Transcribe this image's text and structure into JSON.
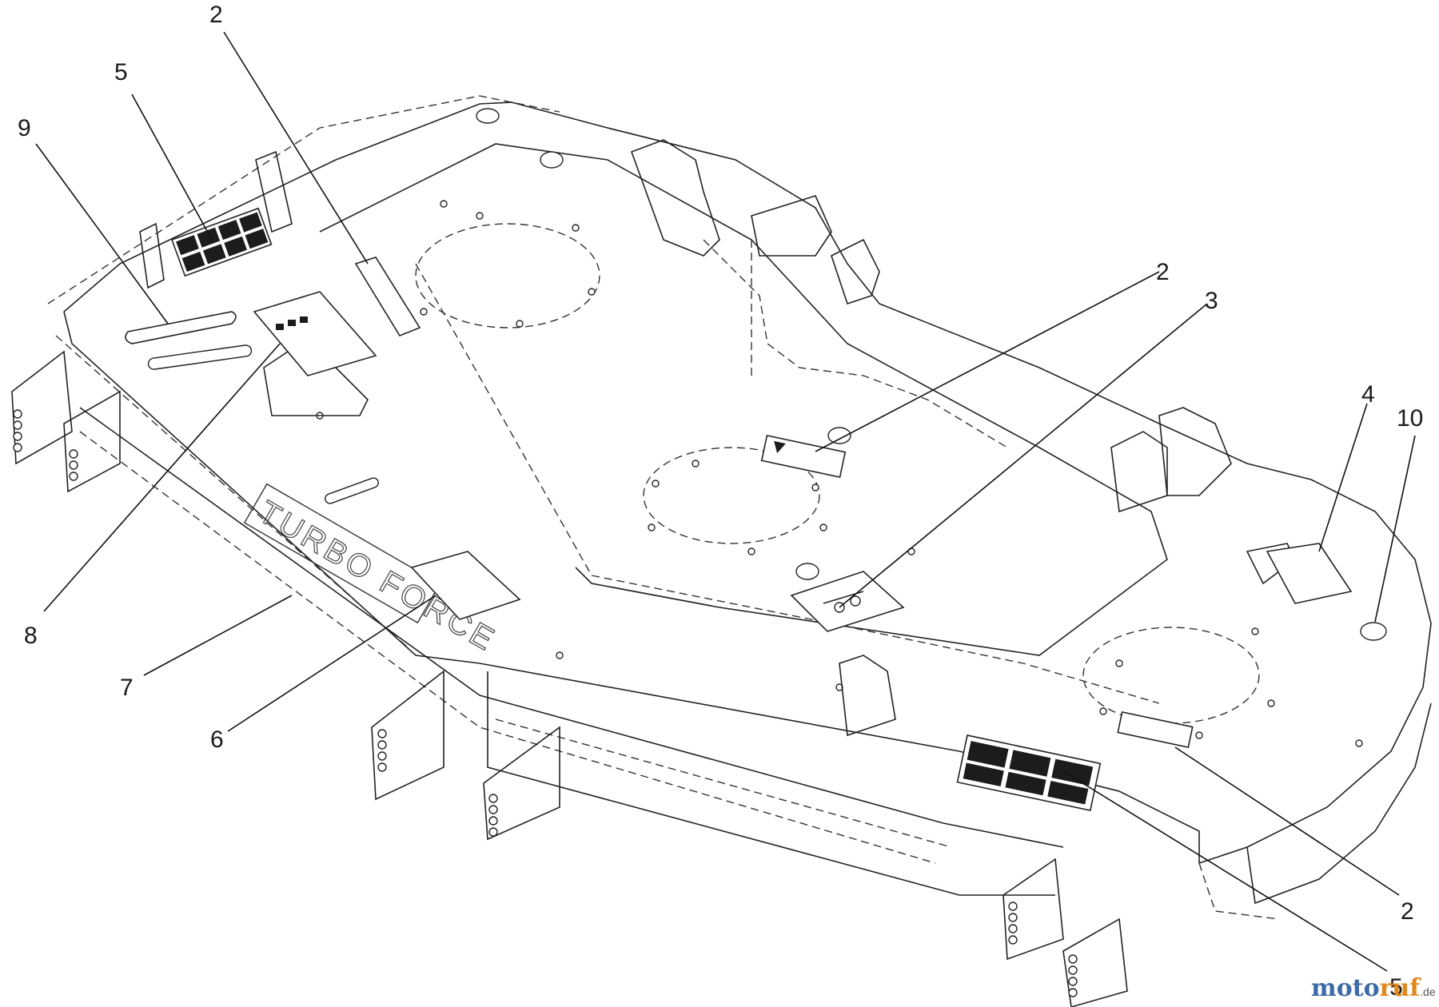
{
  "callouts": [
    {
      "id": "c-2-top",
      "label": "2"
    },
    {
      "id": "c-5-top",
      "label": "5"
    },
    {
      "id": "c-9",
      "label": "9"
    },
    {
      "id": "c-2-mid",
      "label": "2"
    },
    {
      "id": "c-3",
      "label": "3"
    },
    {
      "id": "c-4",
      "label": "4"
    },
    {
      "id": "c-10",
      "label": "10"
    },
    {
      "id": "c-8",
      "label": "8"
    },
    {
      "id": "c-7",
      "label": "7"
    },
    {
      "id": "c-6",
      "label": "6"
    },
    {
      "id": "c-2-bottom",
      "label": "2"
    },
    {
      "id": "c-5-bottom",
      "label": "5"
    }
  ],
  "emboss_text": "TURBO FORCE",
  "watermark": {
    "part1": "moto",
    "part2": "ruf",
    "suffix": ".de"
  }
}
